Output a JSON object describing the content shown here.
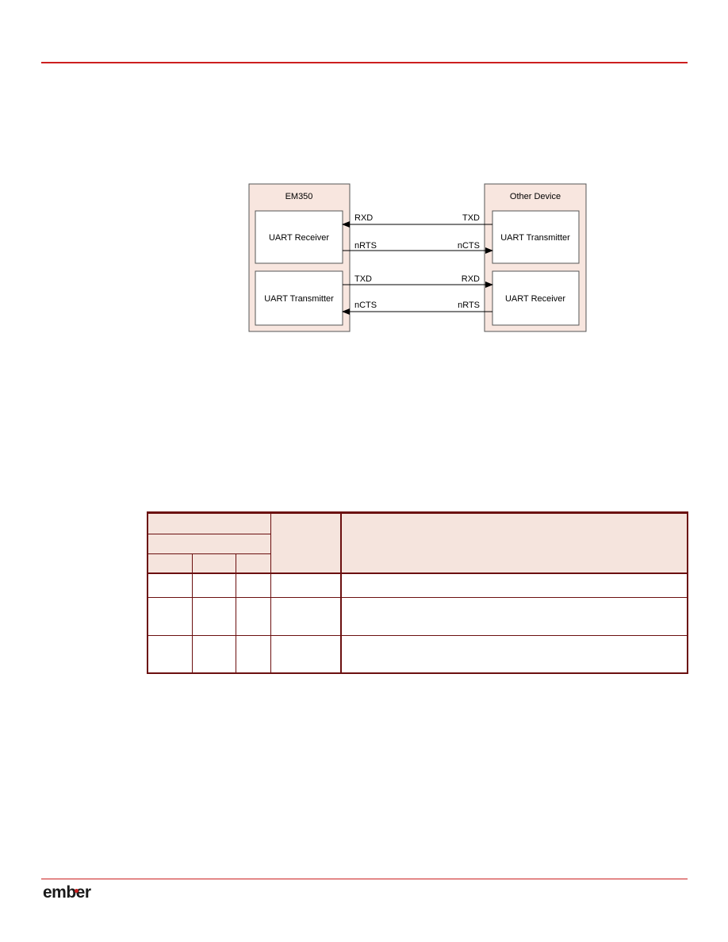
{
  "colors": {
    "rule": "#cc1f1f",
    "block_fill": "#f8e6df",
    "table_border": "#6b0f0f",
    "table_header_fill": "#f5e4dd",
    "logo_dot": "#cc1f1f"
  },
  "diagram": {
    "left_device": {
      "title": "EM350",
      "top_block": "UART Receiver",
      "bottom_block": "UART Transmitter"
    },
    "right_device": {
      "title": "Other Device",
      "top_block": "UART Transmitter",
      "bottom_block": "UART Receiver"
    },
    "signals": [
      {
        "left_label": "RXD",
        "right_label": "TXD",
        "direction": "right-to-left"
      },
      {
        "left_label": "nRTS",
        "right_label": "nCTS",
        "direction": "left-to-right"
      },
      {
        "left_label": "TXD",
        "right_label": "RXD",
        "direction": "left-to-right"
      },
      {
        "left_label": "nCTS",
        "right_label": "nRTS",
        "direction": "right-to-left"
      }
    ]
  },
  "footer": {
    "logo_text": "ember"
  }
}
